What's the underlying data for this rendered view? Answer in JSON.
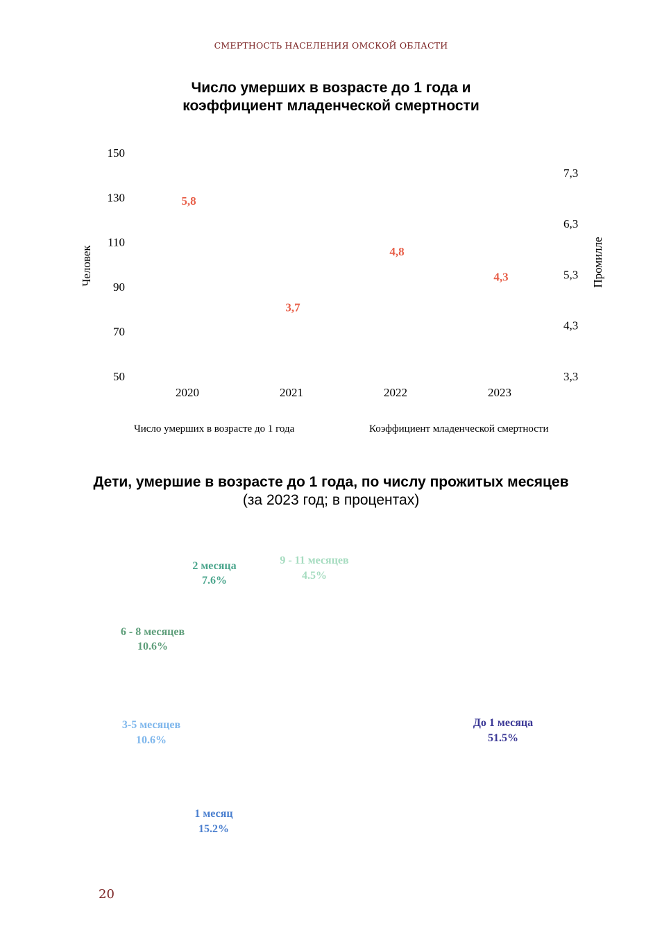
{
  "header": {
    "running_title": "СМЕРТНОСТЬ НАСЕЛЕНИЯ ОМСКОЙ ОБЛАСТИ"
  },
  "footer": {
    "page_number": "20"
  },
  "colors": {
    "running_title": "#7b2323",
    "rate_labels": "#e8604a",
    "pie_under_1_month": "#3b3896",
    "pie_1_month": "#4a7fcf",
    "pie_3_5_months": "#7fb7ec",
    "pie_6_8_months": "#5e9e7a",
    "pie_2_months": "#4aa58c",
    "pie_9_11_months": "#a6dcc0"
  },
  "chart_data": [
    {
      "type": "bar",
      "title_line1": "Число умерших в возрасте до 1 года и",
      "title_line2": "коэффициент младенческой смертности",
      "ylabel": "Человек",
      "y2label": "Промилле",
      "categories": [
        "2020",
        "2021",
        "2022",
        "2023"
      ],
      "ylim": [
        50,
        150
      ],
      "yticks": [
        "150",
        "130",
        "110",
        "90",
        "70",
        "50"
      ],
      "y2lim": [
        3.3,
        7.3
      ],
      "y2ticks": [
        "7,3",
        "6,3",
        "5,3",
        "4,3",
        "3,3"
      ],
      "series": [
        {
          "name": "Число умерших в возрасте до 1 года",
          "values": []
        },
        {
          "name": "Коэффициент младенческой смертности",
          "values": [
            5.8,
            3.7,
            4.8,
            4.3
          ],
          "labels": [
            "5,8",
            "3,7",
            "4,8",
            "4,3"
          ]
        }
      ],
      "legend_position": "bottom"
    },
    {
      "type": "pie",
      "title": "Дети, умершие в возрасте до 1 года, по числу прожитых месяцев",
      "subtitle": "(за 2023 год; в процентах)",
      "slices": [
        {
          "label": "До 1 месяца",
          "value": 51.5,
          "text": "51.5%"
        },
        {
          "label": "1 месяц",
          "value": 15.2,
          "text": "15.2%"
        },
        {
          "label": "3-5 месяцев",
          "value": 10.6,
          "text": "10.6%"
        },
        {
          "label": "6 - 8 месяцев",
          "value": 10.6,
          "text": "10.6%"
        },
        {
          "label": "2 месяца",
          "value": 7.6,
          "text": "7.6%"
        },
        {
          "label": "9 - 11 месяцев",
          "value": 4.5,
          "text": "4.5%"
        }
      ]
    }
  ]
}
